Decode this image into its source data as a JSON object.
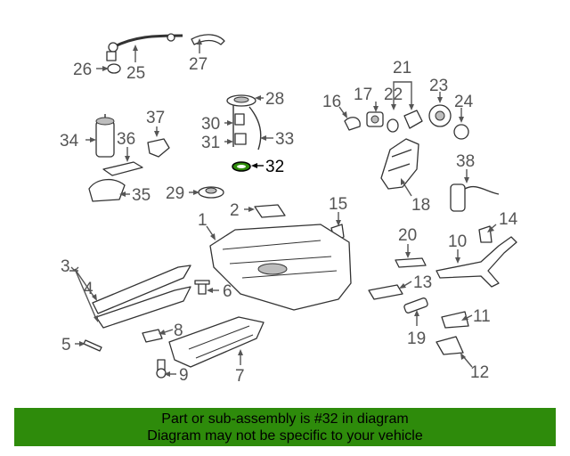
{
  "parts": [
    {
      "id": "part-26",
      "label": "26"
    },
    {
      "id": "part-25",
      "label": "25"
    },
    {
      "id": "part-27",
      "label": "27"
    },
    {
      "id": "part-21",
      "label": "21"
    },
    {
      "id": "part-23",
      "label": "23"
    },
    {
      "id": "part-16",
      "label": "16"
    },
    {
      "id": "part-17",
      "label": "17"
    },
    {
      "id": "part-22",
      "label": "22"
    },
    {
      "id": "part-24",
      "label": "24"
    },
    {
      "id": "part-28",
      "label": "28"
    },
    {
      "id": "part-37",
      "label": "37"
    },
    {
      "id": "part-30",
      "label": "30"
    },
    {
      "id": "part-34",
      "label": "34"
    },
    {
      "id": "part-36",
      "label": "36"
    },
    {
      "id": "part-31",
      "label": "31"
    },
    {
      "id": "part-33",
      "label": "33"
    },
    {
      "id": "part-32",
      "label": "32"
    },
    {
      "id": "part-38",
      "label": "38"
    },
    {
      "id": "part-35",
      "label": "35"
    },
    {
      "id": "part-29",
      "label": "29"
    },
    {
      "id": "part-18",
      "label": "18"
    },
    {
      "id": "part-15",
      "label": "15"
    },
    {
      "id": "part-1",
      "label": "1"
    },
    {
      "id": "part-2",
      "label": "2"
    },
    {
      "id": "part-14",
      "label": "14"
    },
    {
      "id": "part-20",
      "label": "20"
    },
    {
      "id": "part-10",
      "label": "10"
    },
    {
      "id": "part-3",
      "label": "3"
    },
    {
      "id": "part-4",
      "label": "4"
    },
    {
      "id": "part-6",
      "label": "6"
    },
    {
      "id": "part-13",
      "label": "13"
    },
    {
      "id": "part-11",
      "label": "11"
    },
    {
      "id": "part-8",
      "label": "8"
    },
    {
      "id": "part-19",
      "label": "19"
    },
    {
      "id": "part-5",
      "label": "5"
    },
    {
      "id": "part-7",
      "label": "7"
    },
    {
      "id": "part-12",
      "label": "12"
    },
    {
      "id": "part-9",
      "label": "9"
    }
  ],
  "highlighted_part": "32",
  "banner": {
    "line1": "Part or sub-assembly is #32 in diagram",
    "line2": "Diagram may not be specific to your vehicle",
    "background": "#2e8b0b"
  }
}
